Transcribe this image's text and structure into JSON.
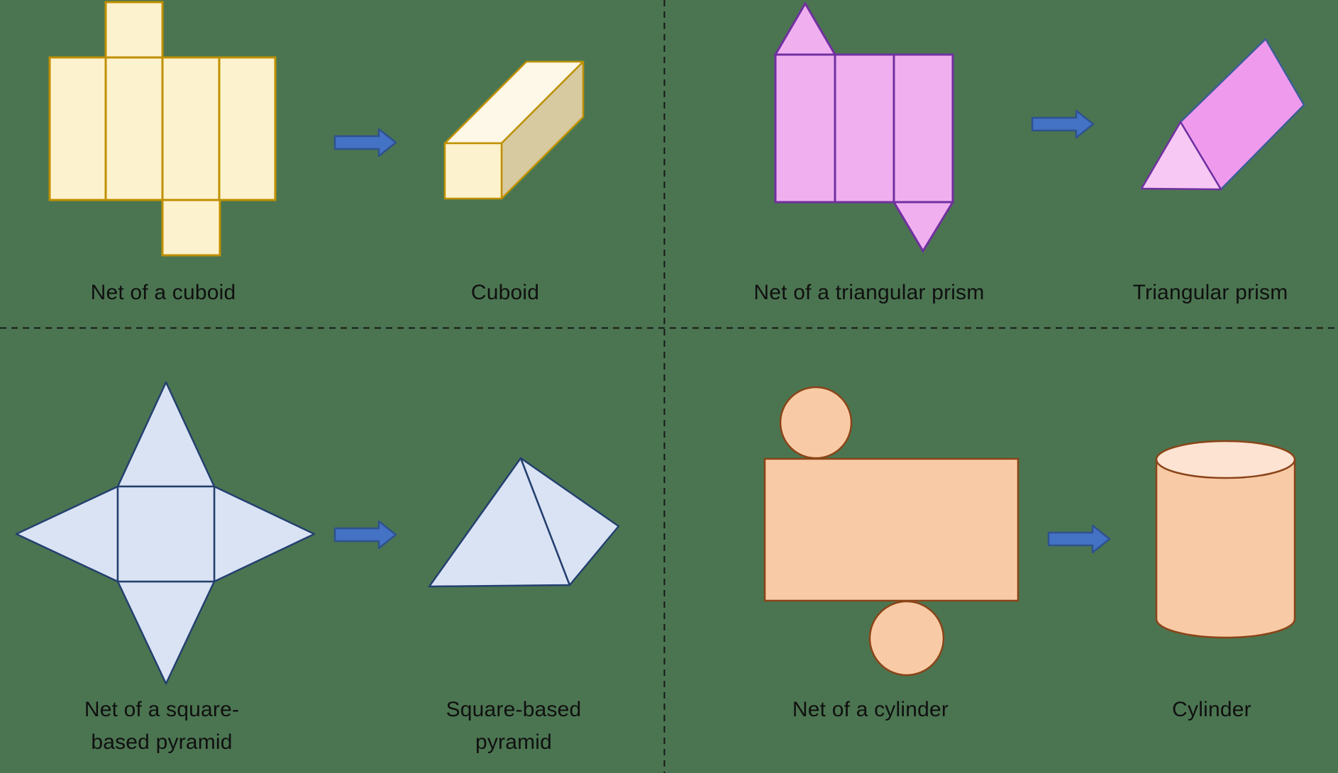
{
  "palette": {
    "background": "#4b7551",
    "divider": "#161616",
    "text": "#101010",
    "arrow-fill": "#4472c4",
    "arrow-stroke": "#2f528f",
    "cuboid": {
      "fill": "#fdf2ce",
      "fill-light": "#fdf8e7",
      "fill-dark": "#d7c9a0",
      "stroke": "#bf9000"
    },
    "prism": {
      "fill": "#f0b0f0",
      "fill-front": "#f7c8f4",
      "fill-side": "#f09aee",
      "stroke": "#7030a0",
      "stroke-side": "#3b5e96"
    },
    "pyramid": {
      "fill": "#dae3f4",
      "stroke": "#24406f"
    },
    "cylinder": {
      "fill": "#f8cba6",
      "fill-top": "#fce3d2",
      "stroke": "#8a4418"
    }
  },
  "labels": {
    "cuboid_net": "Net of a cuboid",
    "cuboid": "Cuboid",
    "prism_net": "Net of a triangular prism",
    "prism": "Triangular prism",
    "pyramid_net_line1": "Net of a square-",
    "pyramid_net_line2": "based pyramid",
    "pyramid_line1": "Square-based",
    "pyramid_line2": "pyramid",
    "cylinder_net": "Net of a cylinder",
    "cylinder": "Cylinder"
  }
}
